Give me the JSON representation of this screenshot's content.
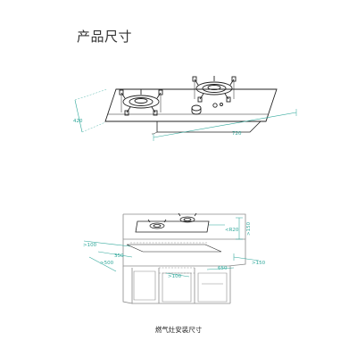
{
  "header": {
    "title": "产品尺寸"
  },
  "product": {
    "dim_depth": "420",
    "dim_width": "720",
    "colors": {
      "line": "#222222",
      "dimension": "#2ea79a",
      "hidden": "#8a8a8a"
    }
  },
  "install": {
    "caption": "燃气灶安装尺寸",
    "dims": {
      "r20": "<R20",
      "gt150_right": ">150",
      "gt150_bottom": ">150",
      "gt100_top": ">100",
      "d350": "350",
      "gt500": ">500",
      "gt100_bottom": ">100",
      "d650": "650"
    }
  }
}
